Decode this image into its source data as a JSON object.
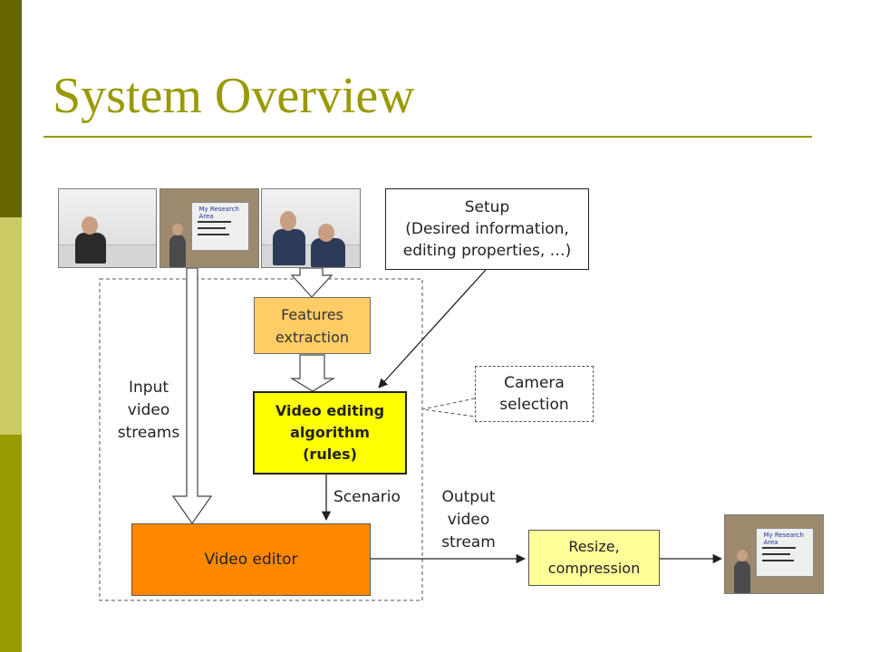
{
  "slide": {
    "title": "System Overview",
    "theme_colors": {
      "accent_olive": "#999900",
      "dark_olive": "#666600",
      "light_olive": "#cccc66",
      "algorithm_fill": "#ffff00",
      "editor_fill": "#ff8800",
      "features_fill": "#ffcc66",
      "resize_fill": "#ffff99"
    }
  },
  "diagram": {
    "setup": {
      "lines": [
        "Setup",
        "(Desired information,",
        "editing properties, …)"
      ]
    },
    "features": {
      "lines": [
        "Features",
        "extraction"
      ]
    },
    "algorithm": {
      "lines": [
        "Video editing",
        "algorithm",
        "(rules)"
      ]
    },
    "camera_selection": {
      "lines": [
        "Camera",
        "selection"
      ]
    },
    "video_editor": {
      "label": "Video editor"
    },
    "resize": {
      "lines": [
        "Resize,",
        "compression"
      ]
    },
    "labels": {
      "input": [
        "Input",
        "video",
        "streams"
      ],
      "scenario": "Scenario",
      "output": [
        "Output",
        "video",
        "stream"
      ]
    },
    "thumbnails": [
      {
        "name": "camera-1-thumbnail",
        "scene": "person seated at table"
      },
      {
        "name": "camera-2-thumbnail",
        "scene": "presenter at projection screen"
      },
      {
        "name": "camera-3-thumbnail",
        "scene": "two people seated at table"
      }
    ],
    "output_thumbnail": {
      "name": "output-thumbnail",
      "scene": "presenter at projection screen"
    },
    "slide_screen_text": "My Research Area"
  }
}
